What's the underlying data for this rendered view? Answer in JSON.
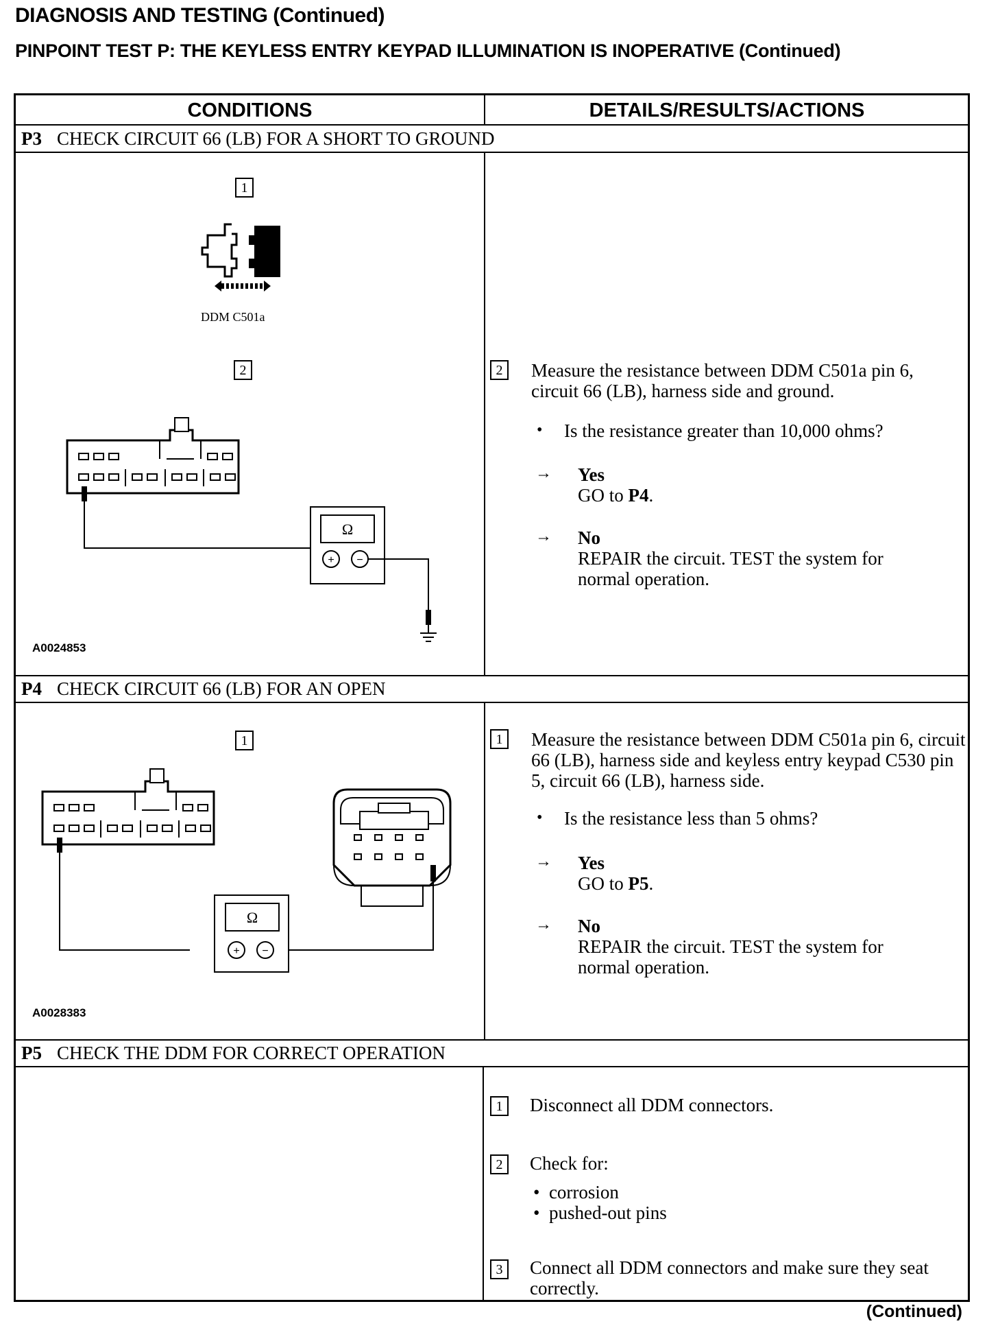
{
  "page": {
    "title": "DIAGNOSIS AND TESTING (Continued)",
    "test_title": "PINPOINT TEST P: THE KEYLESS ENTRY KEYPAD ILLUMINATION IS INOPERATIVE (Continued)",
    "continued": "(Continued)"
  },
  "table": {
    "col_conditions": "CONDITIONS",
    "col_details": "DETAILS/RESULTS/ACTIONS"
  },
  "p3": {
    "id": "P3",
    "title": "CHECK CIRCUIT 66 (LB) FOR A SHORT TO GROUND",
    "fig_step1": "1",
    "connector_label": "DDM C501a",
    "fig_step2": "2",
    "ohm_symbol": "Ω",
    "plus": "+",
    "minus": "−",
    "figure_ref": "A0024853",
    "step_num": "2",
    "instruction": "Measure the resistance between DDM C501a pin 6, circuit 66 (LB), harness side and ground.",
    "question": "Is the resistance greater than 10,000 ohms?",
    "yes_label": "Yes",
    "yes_action_prefix": "GO to ",
    "yes_action_target": "P4",
    "yes_action_suffix": ".",
    "no_label": "No",
    "no_action": "REPAIR the circuit. TEST the system for normal operation."
  },
  "p4": {
    "id": "P4",
    "title": "CHECK CIRCUIT 66 (LB) FOR AN OPEN",
    "fig_step1": "1",
    "ohm_symbol": "Ω",
    "plus": "+",
    "minus": "−",
    "figure_ref": "A0028383",
    "step_num": "1",
    "instruction": "Measure the resistance between DDM C501a pin 6, circuit 66 (LB), harness side and keyless entry keypad C530 pin 5, circuit 66 (LB), harness side.",
    "question": "Is the resistance less than 5 ohms?",
    "yes_label": "Yes",
    "yes_action_prefix": "GO to ",
    "yes_action_target": "P5",
    "yes_action_suffix": ".",
    "no_label": "No",
    "no_action": "REPAIR the circuit. TEST the system for normal operation."
  },
  "p5": {
    "id": "P5",
    "title": "CHECK THE DDM FOR CORRECT OPERATION",
    "steps": [
      {
        "num": "1",
        "text": "Disconnect all DDM connectors."
      },
      {
        "num": "2",
        "text": "Check for:"
      },
      {
        "num": "3",
        "text": "Connect all DDM connectors and make sure they seat correctly."
      }
    ],
    "check_items": [
      "corrosion",
      "pushed-out pins"
    ]
  },
  "symbols": {
    "arrow": "→",
    "bullet": "•"
  }
}
